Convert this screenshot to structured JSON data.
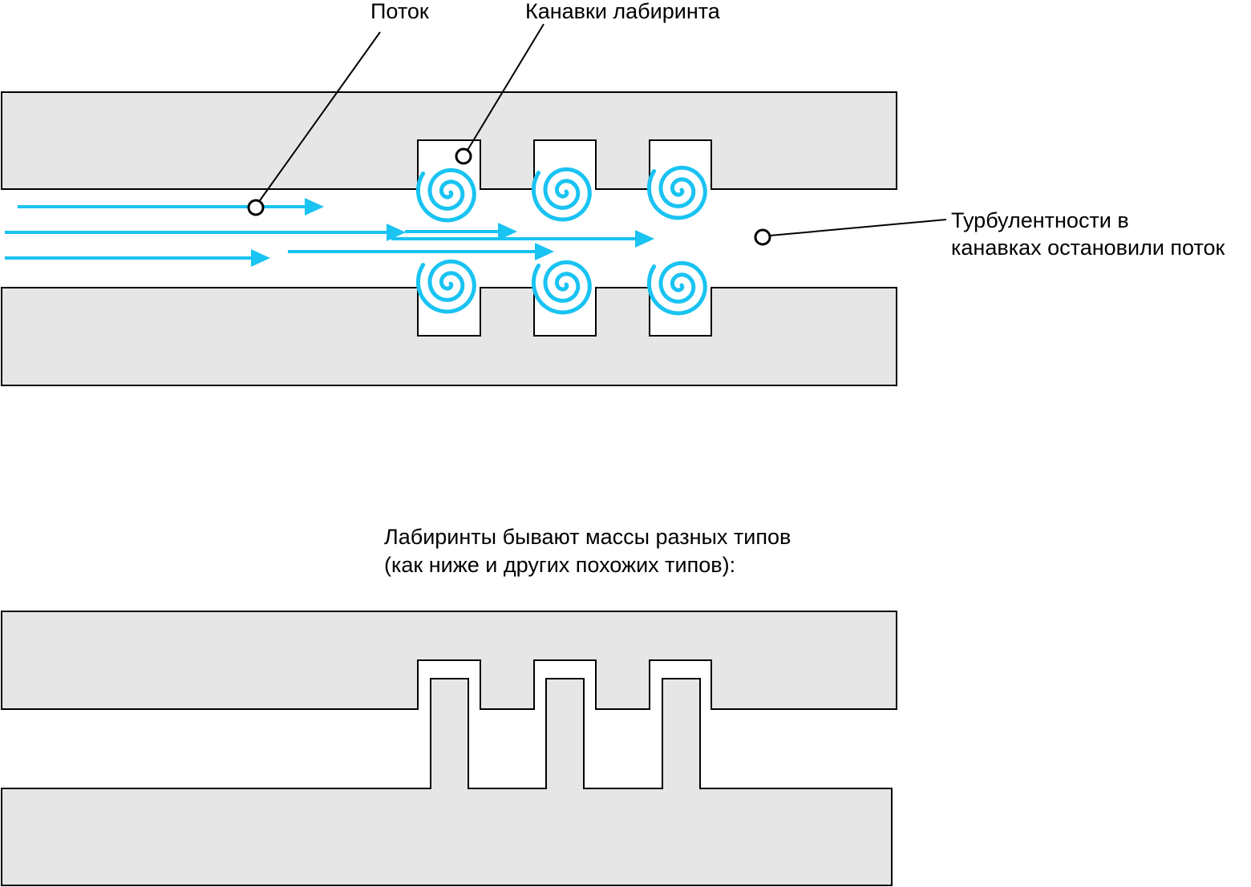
{
  "labels": {
    "flow": "Поток",
    "grooves": "Канавки лабиринта",
    "turbulence_line1": "Турбулентности в",
    "turbulence_line2": "канавках остановили поток",
    "types_line1": "Лабиринты бывают массы разных типов",
    "types_line2": "(как ниже и других похожих типов):"
  },
  "colors": {
    "flow": "#19c3f2",
    "wall": "#e6e6e6",
    "outline": "#000000"
  }
}
